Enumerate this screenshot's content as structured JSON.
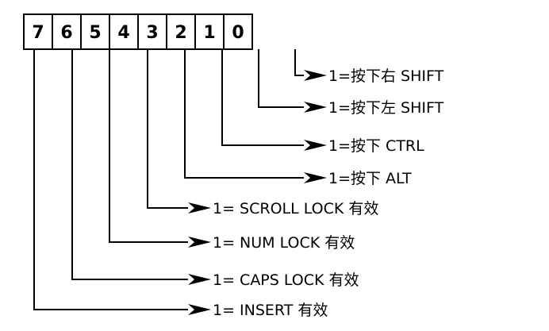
{
  "register": {
    "bits": [
      {
        "bit": "7",
        "meaning": "1= INSERT 有效"
      },
      {
        "bit": "6",
        "meaning": "1= CAPS LOCK 有效"
      },
      {
        "bit": "5",
        "meaning": "1= NUM LOCK 有效"
      },
      {
        "bit": "4",
        "meaning": "1= SCROLL LOCK 有效"
      },
      {
        "bit": "3",
        "meaning": "1=按下 ALT"
      },
      {
        "bit": "2",
        "meaning": "1=按下 CTRL"
      },
      {
        "bit": "1",
        "meaning": "1=按下左 SHIFT"
      },
      {
        "bit": "0",
        "meaning": "1=按下右 SHIFT"
      }
    ]
  }
}
